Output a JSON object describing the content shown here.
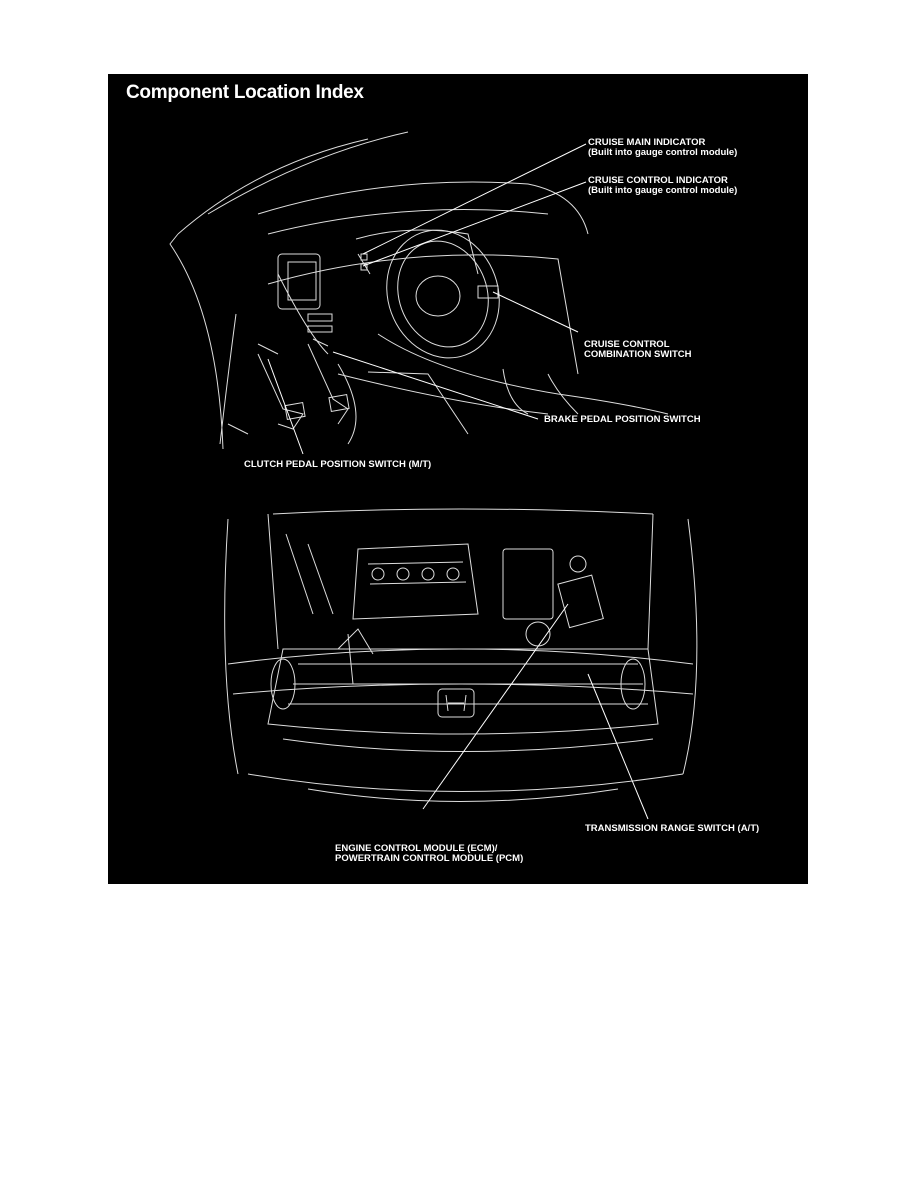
{
  "title": "Component Location Index",
  "labels": {
    "cruise_main_1": "CRUISE MAIN INDICATOR",
    "cruise_main_2": "(Built into gauge control module)",
    "cruise_control_ind_1": "CRUISE CONTROL INDICATOR",
    "cruise_control_ind_2": "(Built into gauge control module)",
    "combination_1": "CRUISE CONTROL",
    "combination_2": "COMBINATION SWITCH",
    "brake": "BRAKE PEDAL POSITION SWITCH",
    "clutch": "CLUTCH PEDAL POSITION SWITCH (M/T)",
    "trs": "TRANSMISSION RANGE SWITCH (A/T)",
    "ecm_1": "ENGINE CONTROL MODULE (ECM)/",
    "ecm_2": "POWERTRAIN CONTROL MODULE (PCM)"
  },
  "colors": {
    "background": "#000000",
    "text": "#ffffff"
  }
}
